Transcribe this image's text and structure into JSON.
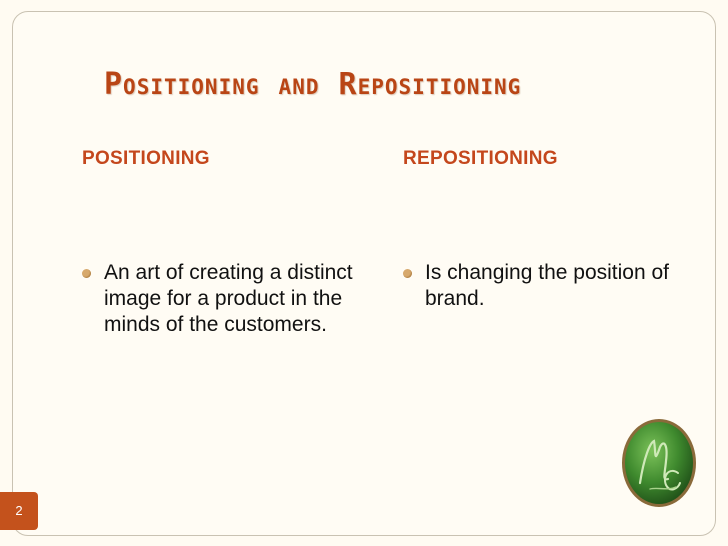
{
  "slide": {
    "title": "Positioning and Repositioning",
    "page_number": "2"
  },
  "columns": [
    {
      "heading": "POSITIONING",
      "bullets": [
        "An art of creating a distinct image for a product in the minds of the customers."
      ]
    },
    {
      "heading": "REPOSITIONING",
      "bullets": [
        "Is changing the position of brand."
      ]
    }
  ],
  "colors": {
    "title": "#b94515",
    "heading": "#c4471c",
    "page_number_bg": "#c4521c",
    "logo_green": "#3f8a2e"
  },
  "icons": {
    "bullet": "round-bullet-icon",
    "logo": "mc-monogram-logo"
  }
}
